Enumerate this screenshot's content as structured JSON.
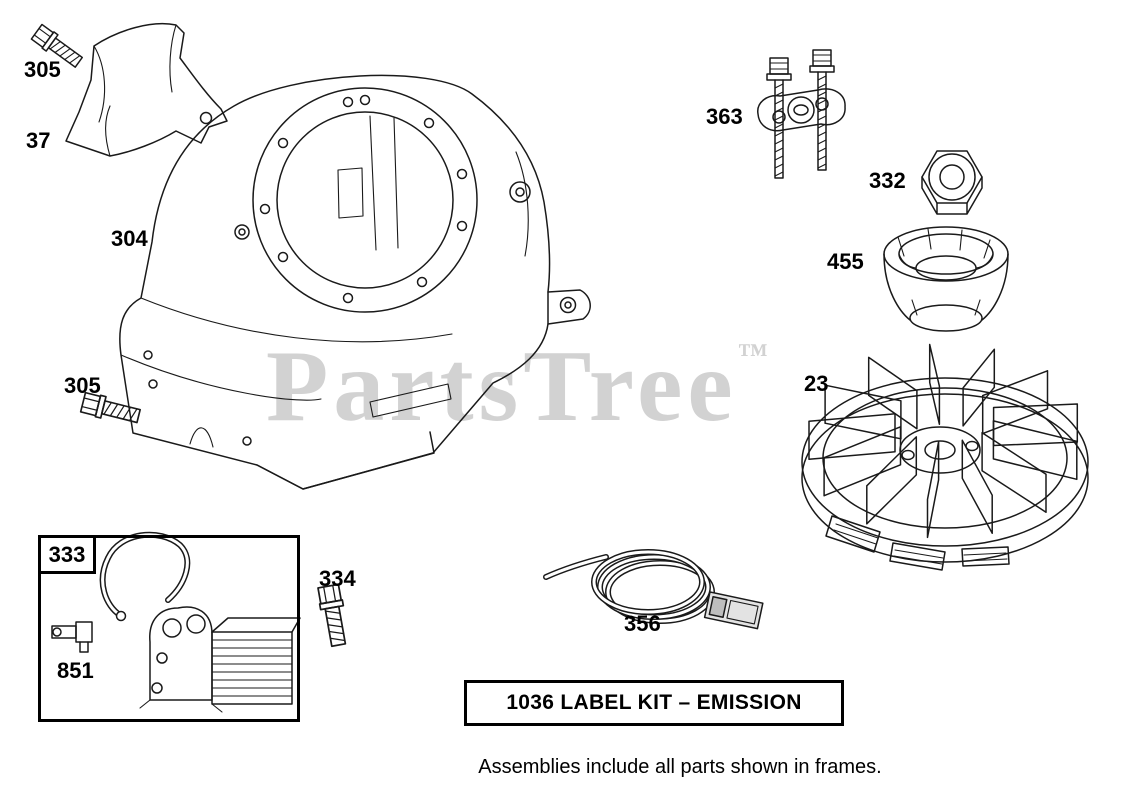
{
  "watermark": {
    "text": "PartsTree",
    "tm": "™",
    "color": "#d2d2d2"
  },
  "colors": {
    "line": "#1a1a1a",
    "background": "#ffffff"
  },
  "parts": {
    "bolt_top": {
      "label": "305"
    },
    "guard": {
      "label": "37"
    },
    "blower_housing": {
      "label": "304"
    },
    "bolt_left": {
      "label": "305"
    },
    "clutch": {
      "label": "363"
    },
    "nut": {
      "label": "332"
    },
    "cup": {
      "label": "455"
    },
    "flywheel": {
      "label": "23"
    },
    "armature_frame": {
      "label": "333"
    },
    "terminal": {
      "label": "851"
    },
    "bolt_334": {
      "label": "334"
    },
    "wire": {
      "label": "356"
    }
  },
  "label_kit": {
    "text": "1036 LABEL KIT – EMISSION"
  },
  "footer": {
    "text": "Assemblies include all parts shown in frames."
  }
}
